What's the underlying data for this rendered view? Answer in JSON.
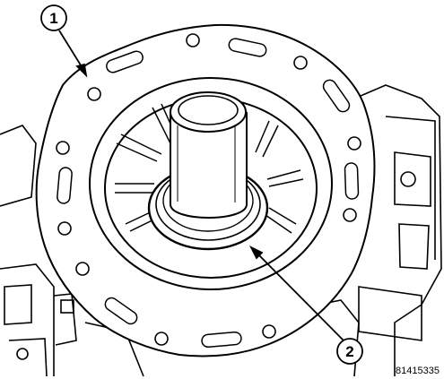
{
  "callouts": [
    {
      "number": "1"
    },
    {
      "number": "2"
    }
  ],
  "figure_id": "81415335",
  "colors": {
    "line": "#000000",
    "background": "#ffffff"
  }
}
